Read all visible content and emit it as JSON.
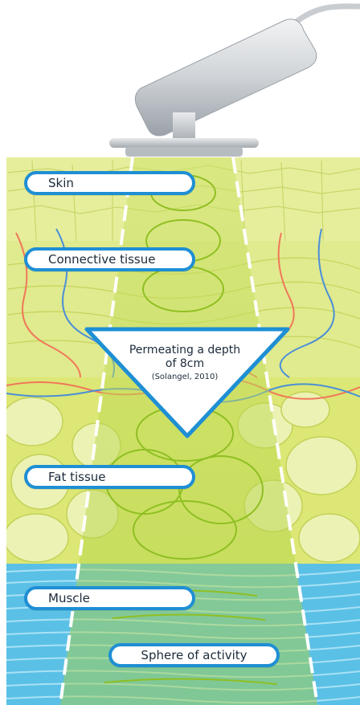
{
  "labels": {
    "skin": "Skin",
    "connective_tissue": "Connective tissue",
    "fat_tissue": "Fat tissue",
    "muscle": "Muscle",
    "sphere_of_activity": "Sphere of activity"
  },
  "callout": {
    "line1": "Permeating a depth",
    "line2": "of 8cm",
    "citation": "(Solangel, 2010)"
  },
  "colors": {
    "label_border": "#1f8fd4",
    "skin_layer": "#e6ee9c",
    "fat_layer": "#dce775",
    "muscle_layer": "#5bc0e6",
    "beam": "#b5d534",
    "device_body": "#c9cdd1"
  }
}
